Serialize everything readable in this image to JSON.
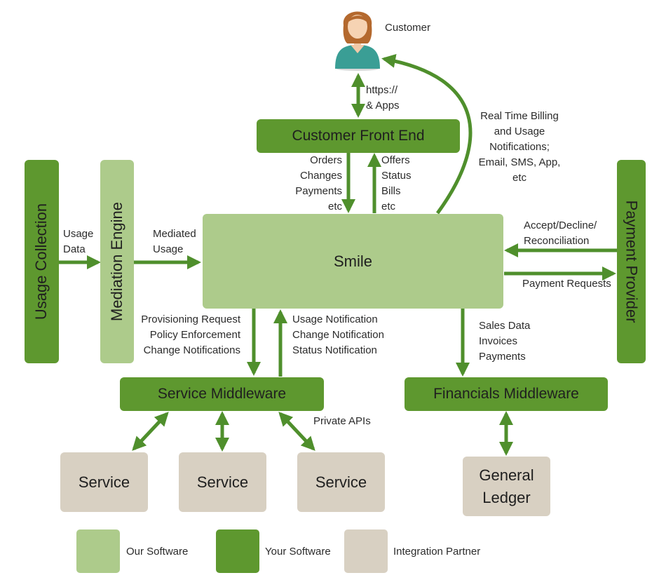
{
  "customer": {
    "label": "Customer"
  },
  "customer_front_end": {
    "label": "Customer Front End",
    "link_label": [
      "https://",
      "& Apps"
    ]
  },
  "usage_collection": {
    "label": "Usage Collection"
  },
  "mediation_engine": {
    "label": "Mediation Engine"
  },
  "smile": {
    "label": "Smile"
  },
  "payment_provider": {
    "label": "Payment Provider"
  },
  "service_middleware": {
    "label": "Service Middleware"
  },
  "financials_middleware": {
    "label": "Financials Middleware"
  },
  "services": [
    "Service",
    "Service",
    "Service"
  ],
  "general_ledger": {
    "label": [
      "General",
      "Ledger"
    ]
  },
  "labels": {
    "usage_data": [
      "Usage",
      "Data"
    ],
    "mediated_usage": [
      "Mediated",
      "Usage"
    ],
    "orders": [
      "Orders",
      "Changes",
      "Payments",
      "etc"
    ],
    "offers": [
      "Offers",
      "Status",
      "Bills",
      "etc"
    ],
    "realtime": [
      "Real Time Billing",
      "and Usage",
      "Notifications;",
      "Email, SMS, App,",
      "etc"
    ],
    "accept": [
      "Accept/Decline/",
      "Reconciliation"
    ],
    "payment_requests": "Payment Requests",
    "provisioning": [
      "Provisioning Request",
      "Policy Enforcement",
      "Change Notifications"
    ],
    "notifications": [
      "Usage Notification",
      "Change Notification",
      "Status Notification"
    ],
    "sales": [
      "Sales Data",
      "Invoices",
      "Payments"
    ],
    "private_apis": "Private APIs"
  },
  "legend": [
    {
      "label": "Our Software",
      "color": "#adcb8b"
    },
    {
      "label": "Your Software",
      "color": "#5e982f"
    },
    {
      "label": "Integration Partner",
      "color": "#d8d0c2"
    }
  ],
  "colors": {
    "arrow": "#4f8f2c",
    "dark": "#5e982f",
    "light": "#adcb8b",
    "tan": "#d8d0c2"
  }
}
